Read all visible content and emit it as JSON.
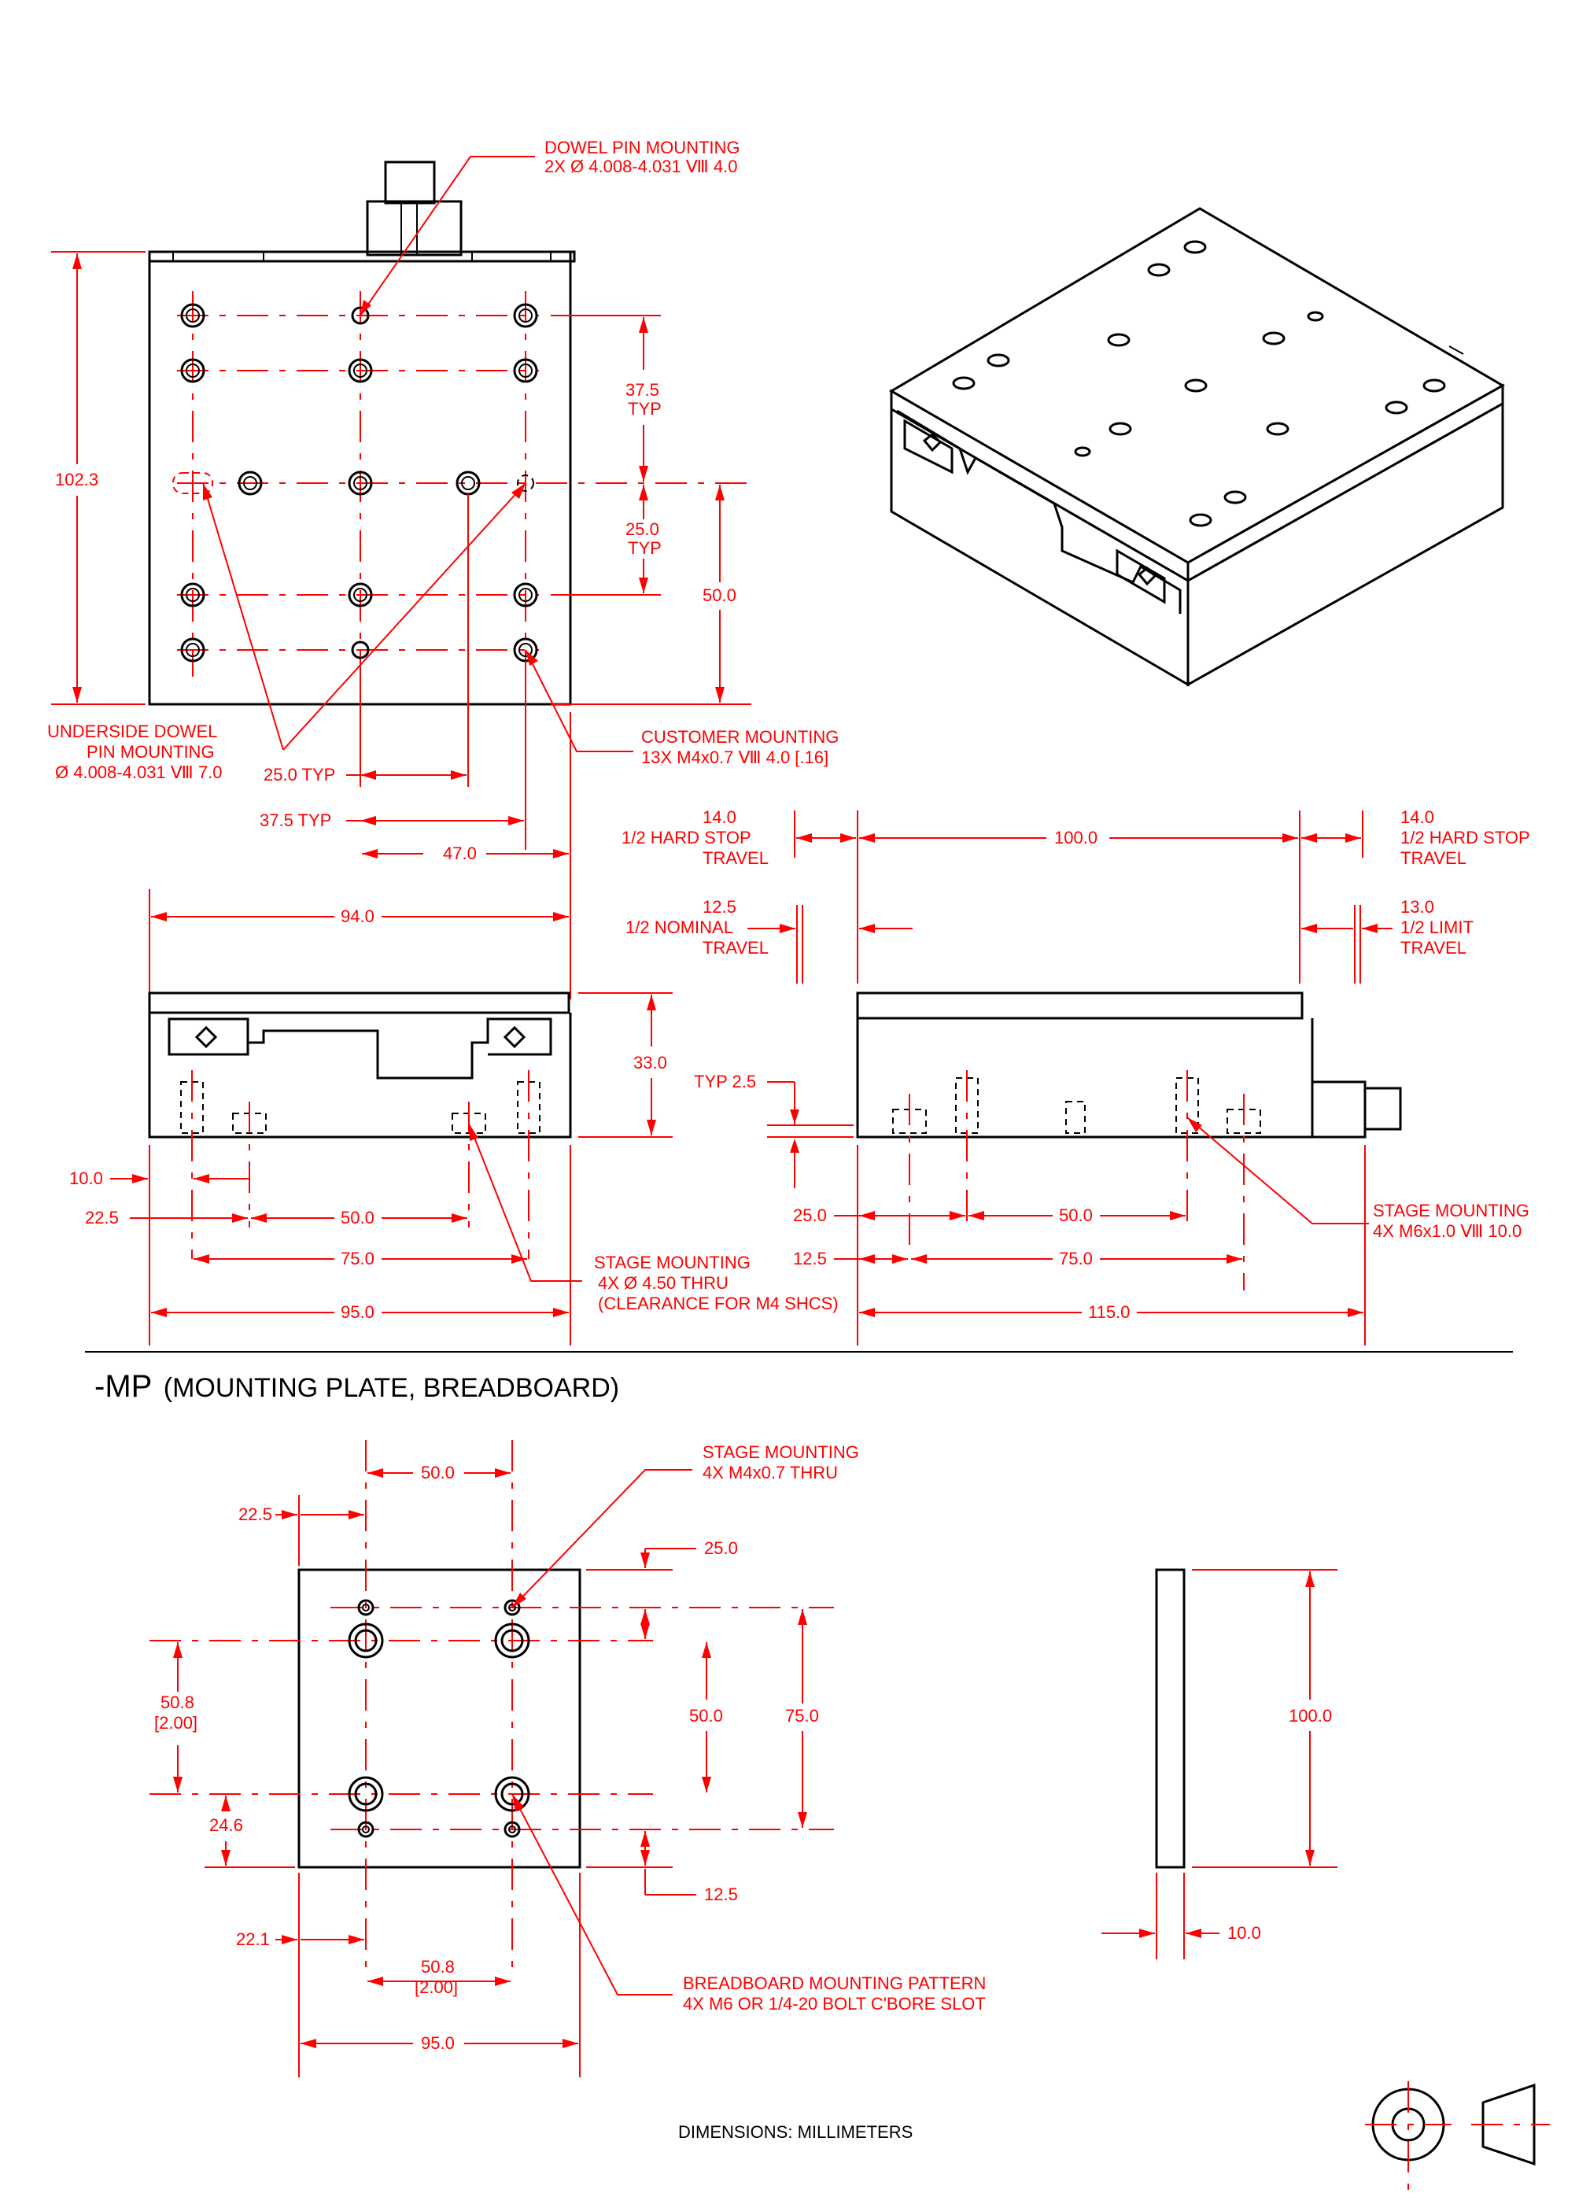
{
  "notes": {
    "dowel_pin_l1": "DOWEL PIN MOUNTING",
    "dowel_pin_l2": "2X Ø 4.008-4.031 Ⅷ 4.0",
    "underside_l1": "UNDERSIDE DOWEL",
    "underside_l2": "PIN MOUNTING",
    "underside_l3": "Ø 4.008-4.031 Ⅷ 7.0",
    "customer_l1": "CUSTOMER MOUNTING",
    "customer_l2": "13X M4x0.7 Ⅷ 4.0 [.16]",
    "stage_left_l1": "STAGE MOUNTING",
    "stage_left_l2": "4X Ø 4.50 THRU",
    "stage_left_l3": "(CLEARANCE FOR M4 SHCS)",
    "stage_right_l1": "STAGE MOUNTING",
    "stage_right_l2": "4X M6x1.0 Ⅷ 10.0",
    "mp_stage_l1": "STAGE MOUNTING",
    "mp_stage_l2": "4X M4x0.7 THRU",
    "breadboard_l1": "BREADBOARD MOUNTING PATTERN",
    "breadboard_l2": "4X M6 OR 1/4-20 BOLT C'BORE SLOT",
    "hard_stop_left": [
      "14.0",
      "1/2 HARD STOP",
      "TRAVEL"
    ],
    "hard_stop_right": [
      "14.0",
      "1/2 HARD STOP",
      "TRAVEL"
    ],
    "nominal_left": [
      "12.5",
      "1/2 NOMINAL",
      "TRAVEL"
    ],
    "limit_right": [
      "13.0",
      "1/2 LIMIT",
      "TRAVEL"
    ]
  },
  "section": {
    "title_main": "-MP",
    "title_sub": "(MOUNTING PLATE, BREADBOARD)"
  },
  "footer": {
    "units": "DIMENSIONS:  MILLIMETERS"
  },
  "dims": {
    "d102_3": "102.3",
    "d37_5typ_a": "37.5",
    "typ": "TYP",
    "d25_0typ_a": "25.0",
    "d50_0_right": "50.0",
    "d25_0typ_h": "25.0 TYP",
    "d37_5typ_h": "37.5 TYP",
    "d47_0": "47.0",
    "d94_0": "94.0",
    "d100_0": "100.0",
    "d33_0": "33.0",
    "typ2_5": "TYP 2.5",
    "d10_0": "10.0",
    "d22_5": "22.5",
    "d50_0_front": "50.0",
    "d75_0_front": "75.0",
    "d95_0_front": "95.0",
    "d25_0_side": "25.0",
    "d12_5_side": "12.5",
    "d50_0_side": "50.0",
    "d75_0_side": "75.0",
    "d115_0": "115.0",
    "mp_50_0_top": "50.0",
    "mp_22_5": "22.5",
    "mp_25_0": "25.0",
    "mp_50_8": "50.8",
    "mp_2_00": "[2.00]",
    "mp_50_0": "50.0",
    "mp_75_0": "75.0",
    "mp_24_6": "24.6",
    "mp_12_5": "12.5",
    "mp_22_1": "22.1",
    "mp_50_8_b": "50.8",
    "mp_2_00_b": "[2.00]",
    "mp_95_0": "95.0",
    "mp_100_0": "100.0",
    "mp_10_0": "10.0"
  },
  "colors": {
    "dimension": "#ff0000",
    "outline": "#000000"
  }
}
